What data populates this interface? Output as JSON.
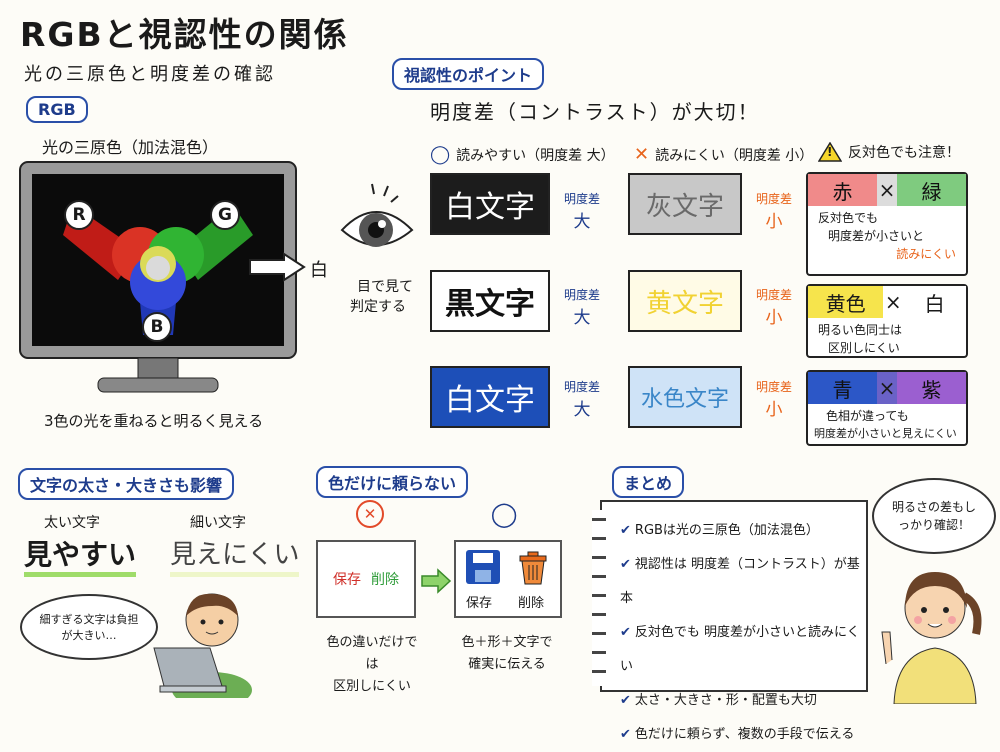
{
  "header": {
    "title": "RGBと視認性の関係",
    "subtitle": "光の三原色と明度差の確認"
  },
  "rgb": {
    "label": "RGB",
    "caption_top": "光の三原色（加法混色）",
    "circle_r": "R",
    "circle_g": "G",
    "circle_b": "B",
    "arrow_label": "白",
    "caption_bottom": "3色の光を重ねると明るく見える"
  },
  "points": {
    "label": "視認性のポイント",
    "headline": "明度差（コントラスト）が大切！",
    "eye_caption_1": "目で見て",
    "eye_caption_2": "判定する",
    "col_good": "読みやすい（明度差 大）",
    "col_bad": "読みにくい（明度差 小）",
    "col_warn": "反対色でも注意！",
    "good_mark": "◯",
    "bad_mark": "✕",
    "warn_mark": "!",
    "contrast_word": "明度差",
    "big": "大",
    "small": "小",
    "good_samples": [
      "白文字",
      "黒文字",
      "白文字"
    ],
    "bad_samples": [
      "灰文字",
      "黄文字",
      "水色文字"
    ],
    "warn_items": [
      {
        "left": "赤",
        "sep": "×",
        "right": "緑",
        "line1": "反対色でも",
        "line2": "明度差が小さいと",
        "line3": "読みにくい"
      },
      {
        "left": "黄色",
        "sep": "×",
        "right": "白",
        "line1": "明るい色同士は",
        "line2": "区別しにくい",
        "line3": ""
      },
      {
        "left": "青",
        "sep": "×",
        "right": "紫",
        "line1": "色相が違っても",
        "line2": "明度差が小さいと見えにくい",
        "line3": ""
      }
    ],
    "colors": {
      "black_box": "#1c1c1c",
      "gray_box": "#c8c8c8",
      "gray_text": "#6a6a6a",
      "yellow_text": "#f1d232",
      "blue_box": "#1d4fb8",
      "light_blue_box": "#cfe3f7",
      "light_blue_text": "#3a86c8"
    }
  },
  "weight": {
    "label": "文字の太さ・大きさも影響",
    "thick_caption": "太い文字",
    "thin_caption": "細い文字",
    "thick_sample": "見やすい",
    "thin_sample": "見えにくい",
    "bubble": "細すぎる文字は負担が大きい…"
  },
  "color_only": {
    "label": "色だけに頼らない",
    "bad_mark": "✕",
    "good_mark": "◯",
    "save": "保存",
    "delete": "削除",
    "bad_caption_1": "色の違いだけでは",
    "bad_caption_2": "区別しにくい",
    "good_caption_1": "色＋形＋文字で",
    "good_caption_2": "確実に伝える"
  },
  "summary": {
    "label": "まとめ",
    "items": [
      "RGBは光の三原色（加法混色）",
      "視認性は 明度差（コントラスト）が基本",
      "反対色でも 明度差が小さいと読みにくい",
      "太さ・大きさ・形・配置も大切",
      "色だけに頼らず、複数の手段で伝える"
    ],
    "check_icon": "✔",
    "bubble": "明るさの差もしっかり確認！"
  }
}
